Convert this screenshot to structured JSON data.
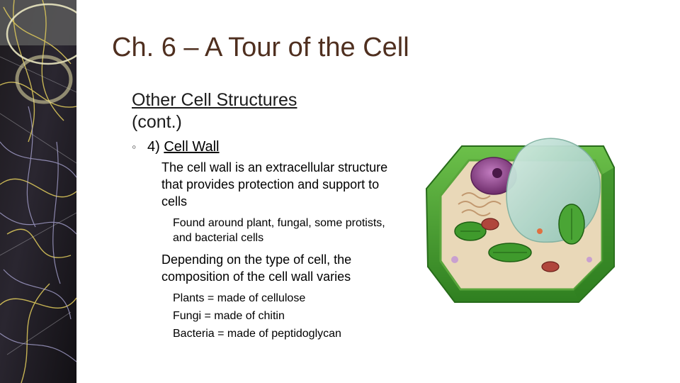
{
  "slide": {
    "title": "Ch. 6 – A Tour of the Cell",
    "heading_line1": "Other Cell Structures",
    "heading_line2": "(cont.)",
    "subheading_prefix": "4) ",
    "subheading": "Cell Wall",
    "bullets": [
      "The cell wall is an extracellular structure that provides protection and support to cells",
      "Found around plant, fungal, some protists, and bacterial cells",
      "Depending on the type of cell, the composition of the cell wall varies",
      "Plants = made of cellulose",
      "Fungi = made of chitin",
      "Bacteria = made of peptidoglycan"
    ]
  },
  "markers": {
    "level1": "",
    "level2": "◦",
    "level3": "",
    "level4": ""
  },
  "colors": {
    "title": "#4f2f1f",
    "cell_wall_green": "#3f9a2c",
    "nucleus_purple": "#8a3f86",
    "vacuole_teal": "#a8d2c6"
  },
  "icons": {
    "side_art": "neuron-network-image",
    "cell_art": "plant-cell-diagram-image"
  }
}
